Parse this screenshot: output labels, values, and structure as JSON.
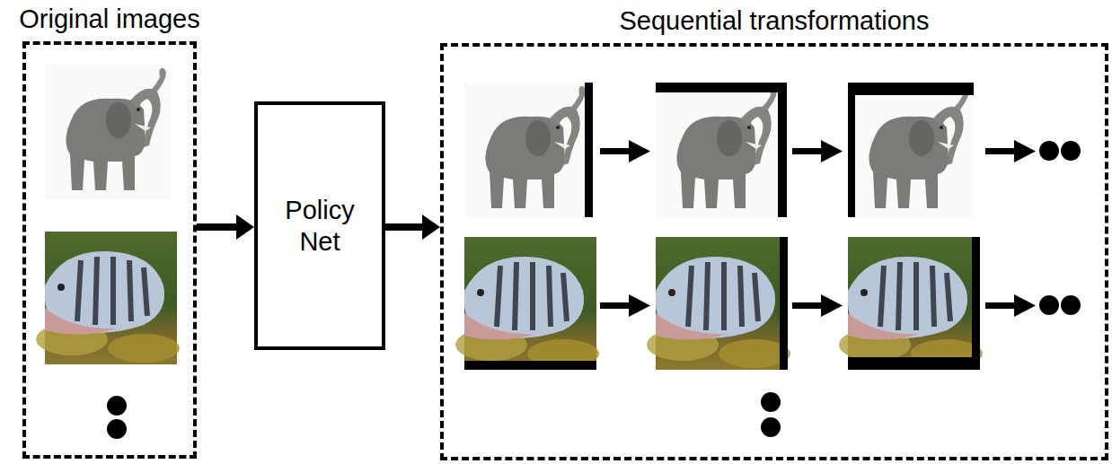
{
  "diagram": {
    "nodes": [
      {
        "text": [
          "Original images"
        ]
      },
      {
        "text": [
          "Policy Net"
        ]
      },
      {
        "text": [
          "Sequential transformations"
        ]
      }
    ],
    "edges": [
      {
        "from": 0,
        "to": 1,
        "arrow": "to"
      },
      {
        "from": 1,
        "to": 2,
        "arrow": "to"
      }
    ]
  }
}
